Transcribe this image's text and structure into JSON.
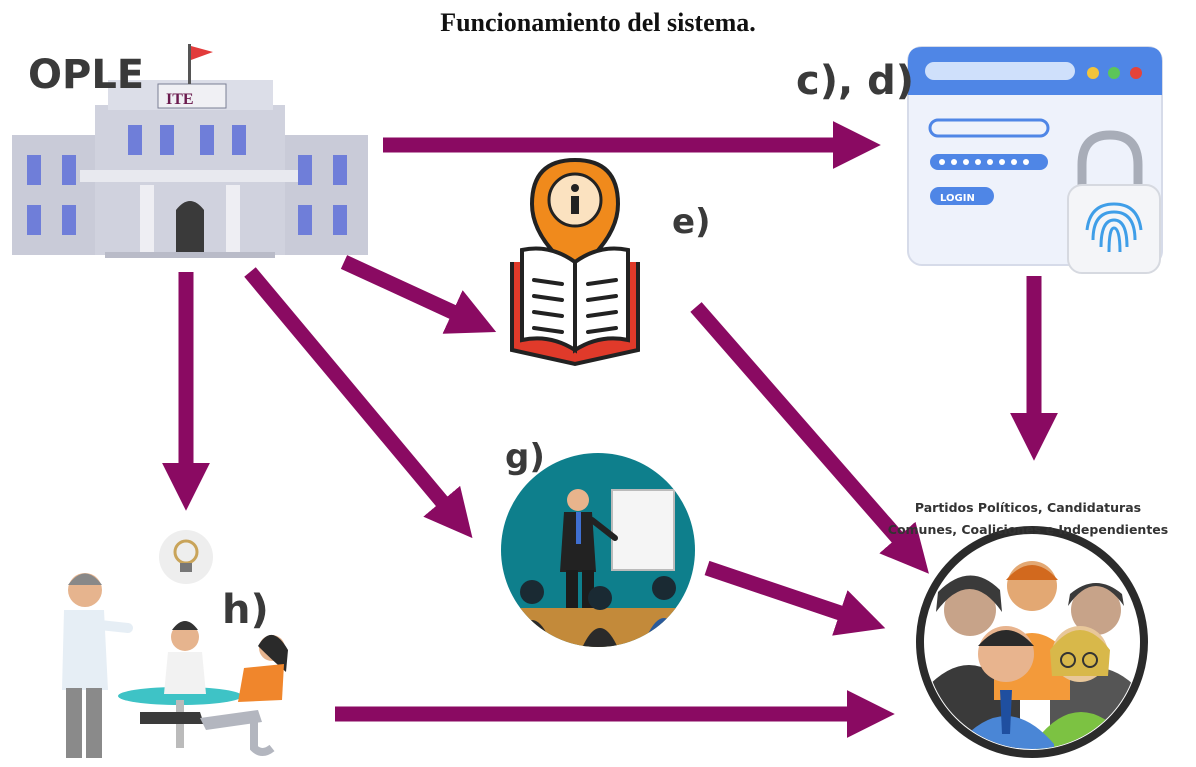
{
  "title": "Funcionamiento del sistema.",
  "labels": {
    "ople": "OPLE",
    "ite": "ITE",
    "cd": "c), d)",
    "e": "e)",
    "g": "g)",
    "h": "h)",
    "login": "LOGIN",
    "parties_line1": "Partidos Políticos, Candidaturas",
    "parties_line2": "Comunes, Coaliciones e Independientes"
  },
  "colors": {
    "arrow": "#8a0a62",
    "building": "#c7c9d6",
    "window": "#6f7ed9",
    "info_orange": "#f08a1c",
    "book_red": "#e03a2a",
    "teal": "#0e7f8c",
    "group_ring": "#2b2b2b"
  },
  "icons": [
    "building-icon",
    "login-window-icon",
    "info-book-icon",
    "presentation-icon",
    "meeting-icon",
    "people-group-icon",
    "lightbulb-icon",
    "fingerprint-lock-icon"
  ]
}
